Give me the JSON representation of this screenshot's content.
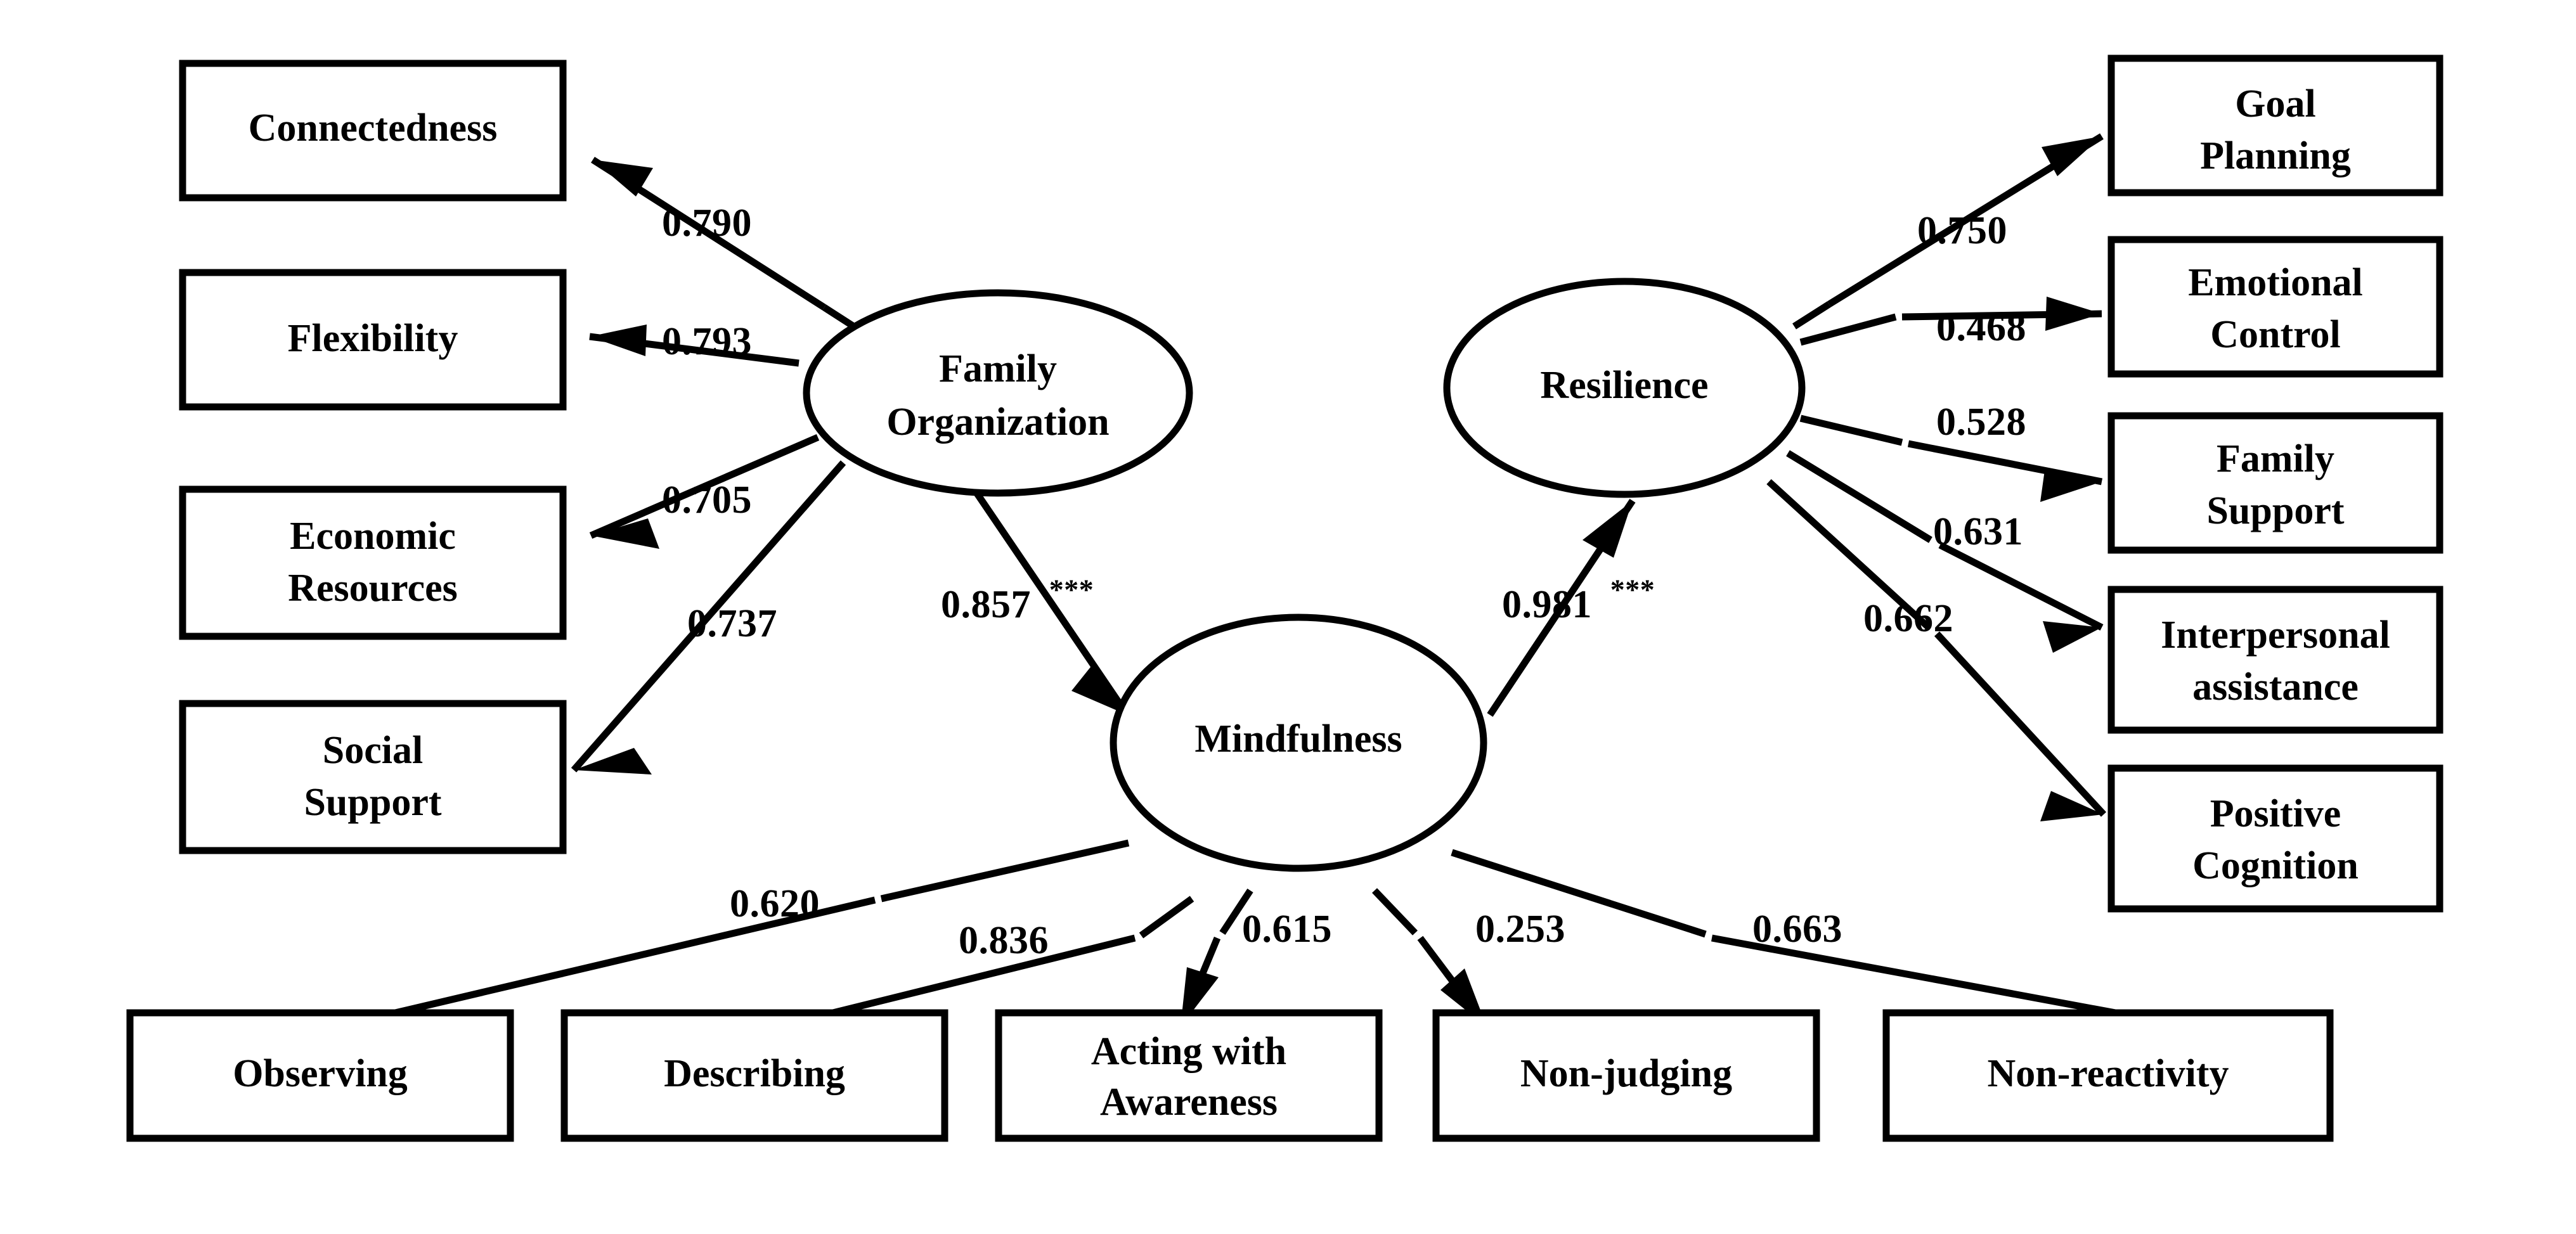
{
  "figure": {
    "type": "sem-path-diagram",
    "background": "#ffffff",
    "stroke_color": "#000000",
    "latent_variables": [
      {
        "id": "family_organization",
        "label_lines": [
          "Family",
          "Organization"
        ],
        "shape": "ellipse"
      },
      {
        "id": "resilience",
        "label_lines": [
          "Resilience"
        ],
        "shape": "ellipse"
      },
      {
        "id": "mindfulness",
        "label_lines": [
          "Mindfulness"
        ],
        "shape": "ellipse"
      }
    ],
    "observed_variables": [
      {
        "id": "connectedness",
        "label_lines": [
          "Connectedness"
        ],
        "shape": "rect"
      },
      {
        "id": "flexibility",
        "label_lines": [
          "Flexibility"
        ],
        "shape": "rect"
      },
      {
        "id": "economic_resources",
        "label_lines": [
          "Economic",
          "Resources"
        ],
        "shape": "rect"
      },
      {
        "id": "social_support",
        "label_lines": [
          "Social",
          "Support"
        ],
        "shape": "rect"
      },
      {
        "id": "goal_planning",
        "label_lines": [
          "Goal",
          "Planning"
        ],
        "shape": "rect"
      },
      {
        "id": "emotional_control",
        "label_lines": [
          "Emotional",
          "Control"
        ],
        "shape": "rect"
      },
      {
        "id": "family_support",
        "label_lines": [
          "Family",
          "Support"
        ],
        "shape": "rect"
      },
      {
        "id": "interpersonal_assistance",
        "label_lines": [
          "Interpersonal",
          "assistance"
        ],
        "shape": "rect"
      },
      {
        "id": "positive_cognition",
        "label_lines": [
          "Positive",
          "Cognition"
        ],
        "shape": "rect"
      },
      {
        "id": "observing",
        "label_lines": [
          "Observing"
        ],
        "shape": "rect"
      },
      {
        "id": "describing",
        "label_lines": [
          "Describing"
        ],
        "shape": "rect"
      },
      {
        "id": "acting_with_awareness",
        "label_lines": [
          "Acting with",
          "Awareness"
        ],
        "shape": "rect"
      },
      {
        "id": "non_judging",
        "label_lines": [
          "Non-judging"
        ],
        "shape": "rect"
      },
      {
        "id": "non_reactivity",
        "label_lines": [
          "Non-reactivity"
        ],
        "shape": "rect"
      }
    ],
    "paths": [
      {
        "from": "family_organization",
        "to": "connectedness",
        "coefficient": "0.790",
        "stars": ""
      },
      {
        "from": "family_organization",
        "to": "flexibility",
        "coefficient": "0.793",
        "stars": ""
      },
      {
        "from": "family_organization",
        "to": "economic_resources",
        "coefficient": "0.705",
        "stars": ""
      },
      {
        "from": "family_organization",
        "to": "social_support",
        "coefficient": "0.737",
        "stars": ""
      },
      {
        "from": "family_organization",
        "to": "mindfulness",
        "coefficient": "0.857",
        "stars": "***"
      },
      {
        "from": "mindfulness",
        "to": "resilience",
        "coefficient": "0.981",
        "stars": "***"
      },
      {
        "from": "resilience",
        "to": "goal_planning",
        "coefficient": "0.750",
        "stars": ""
      },
      {
        "from": "resilience",
        "to": "emotional_control",
        "coefficient": "0.468",
        "stars": ""
      },
      {
        "from": "resilience",
        "to": "family_support",
        "coefficient": "0.528",
        "stars": ""
      },
      {
        "from": "resilience",
        "to": "interpersonal_assistance",
        "coefficient": "0.631",
        "stars": ""
      },
      {
        "from": "resilience",
        "to": "positive_cognition",
        "coefficient": "0.662",
        "stars": ""
      },
      {
        "from": "mindfulness",
        "to": "observing",
        "coefficient": "0.620",
        "stars": ""
      },
      {
        "from": "mindfulness",
        "to": "describing",
        "coefficient": "0.836",
        "stars": ""
      },
      {
        "from": "mindfulness",
        "to": "acting_with_awareness",
        "coefficient": "0.615",
        "stars": ""
      },
      {
        "from": "mindfulness",
        "to": "non_judging",
        "coefficient": "0.253",
        "stars": ""
      },
      {
        "from": "mindfulness",
        "to": "non_reactivity",
        "coefficient": "0.663",
        "stars": ""
      }
    ],
    "labels": {
      "connectedness": "Connectedness",
      "flexibility": "Flexibility",
      "economic_l1": "Economic",
      "economic_l2": "Resources",
      "social_l1": "Social",
      "social_l2": "Support",
      "family_org_l1": "Family",
      "family_org_l2": "Organization",
      "resilience": "Resilience",
      "mindfulness": "Mindfulness",
      "goal_l1": "Goal",
      "goal_l2": "Planning",
      "emotional_l1": "Emotional",
      "emotional_l2": "Control",
      "famsupport_l1": "Family",
      "famsupport_l2": "Support",
      "interp_l1": "Interpersonal",
      "interp_l2": "assistance",
      "poscog_l1": "Positive",
      "poscog_l2": "Cognition",
      "observing": "Observing",
      "describing": "Describing",
      "acting_l1": "Acting with",
      "acting_l2": "Awareness",
      "non_judging": "Non-judging",
      "non_reactivity": "Non-reactivity"
    },
    "coefficients": {
      "c_connectedness": "0.790",
      "c_flexibility": "0.793",
      "c_economic": "0.705",
      "c_social": "0.737",
      "c_fo_mind": "0.857",
      "c_fo_mind_stars": "***",
      "c_mind_res": "0.981",
      "c_mind_res_stars": "***",
      "c_goal": "0.750",
      "c_emotional": "0.468",
      "c_famsupport": "0.528",
      "c_interpersonal": "0.631",
      "c_poscog": "0.662",
      "c_observing": "0.620",
      "c_describing": "0.836",
      "c_acting": "0.615",
      "c_nonjudging": "0.253",
      "c_nonreactivity": "0.663"
    }
  }
}
